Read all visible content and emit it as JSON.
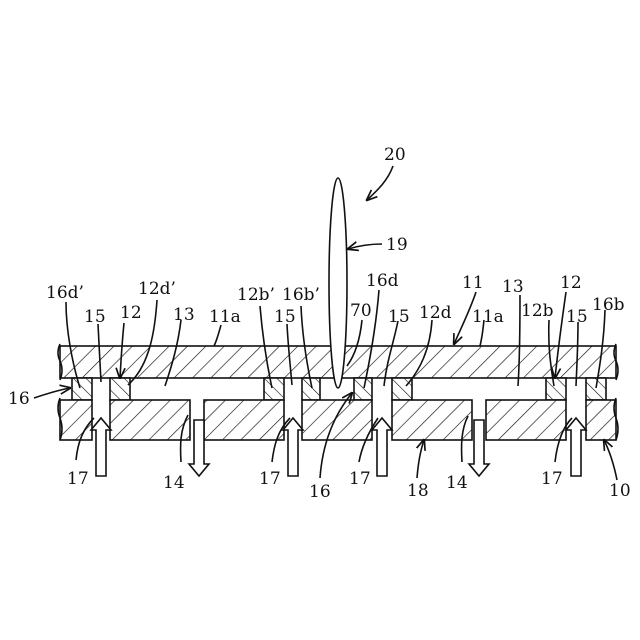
{
  "labels": {
    "l20": "20",
    "l19": "19",
    "l16d_prime": "16d’",
    "l12d_prime": "12d’",
    "l12b_prime": "12b’",
    "l16b_prime": "16b’",
    "l16d": "16d",
    "l11": "11",
    "l13_right": "13",
    "l12_right": "12",
    "l15_a": "15",
    "l12_left": "12",
    "l13_left": "13",
    "l11a_left": "11a",
    "l15_b": "15",
    "l70": "70",
    "l15_c": "15",
    "l12d": "12d",
    "l11a_right": "11a",
    "l12b": "12b",
    "l15_d": "15",
    "l16b": "16b",
    "l16_left": "16",
    "l17_a": "17",
    "l14_left": "14",
    "l17_b": "17",
    "l16_bottom": "16",
    "l17_c": "17",
    "l18": "18",
    "l14_right": "14",
    "l17_d": "17",
    "l10": "10"
  }
}
